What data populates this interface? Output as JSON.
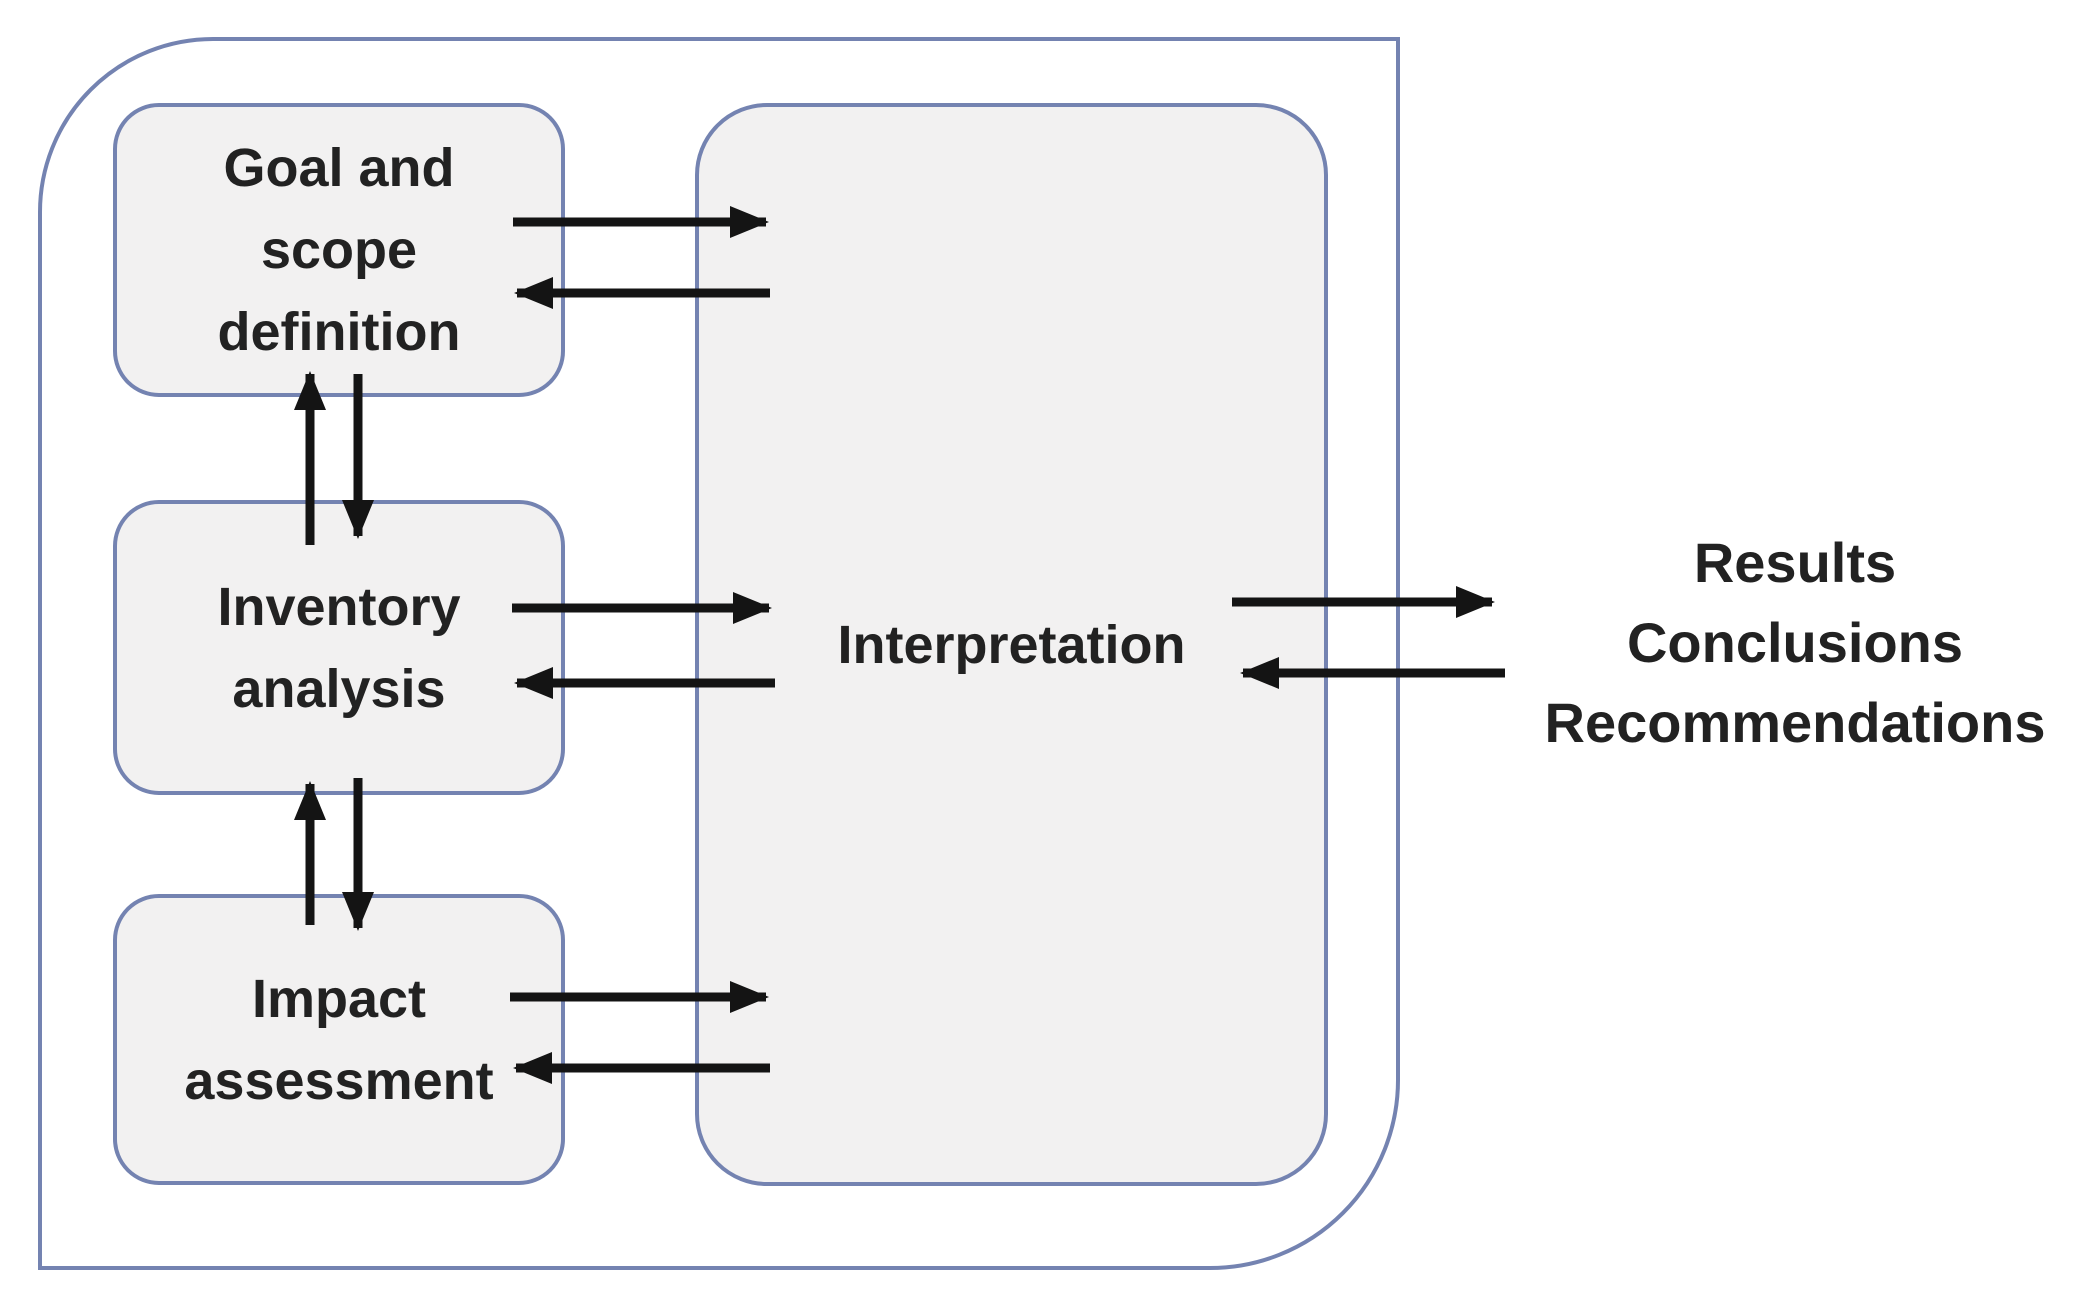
{
  "stages": {
    "goal_scope": {
      "lines": [
        "Goal and",
        "scope",
        "definition"
      ]
    },
    "inventory": {
      "lines": [
        "Inventory",
        "analysis"
      ]
    },
    "impact": {
      "lines": [
        "Impact",
        "assessment"
      ]
    },
    "interpretation": {
      "label": "Interpretation"
    }
  },
  "outputs": {
    "lines": [
      "Results",
      "Conclusions",
      "Recommendations"
    ]
  },
  "colors": {
    "line": "#7483b1",
    "fill": "#f2f1f1",
    "arrow": "#141414",
    "text": "#222222"
  }
}
